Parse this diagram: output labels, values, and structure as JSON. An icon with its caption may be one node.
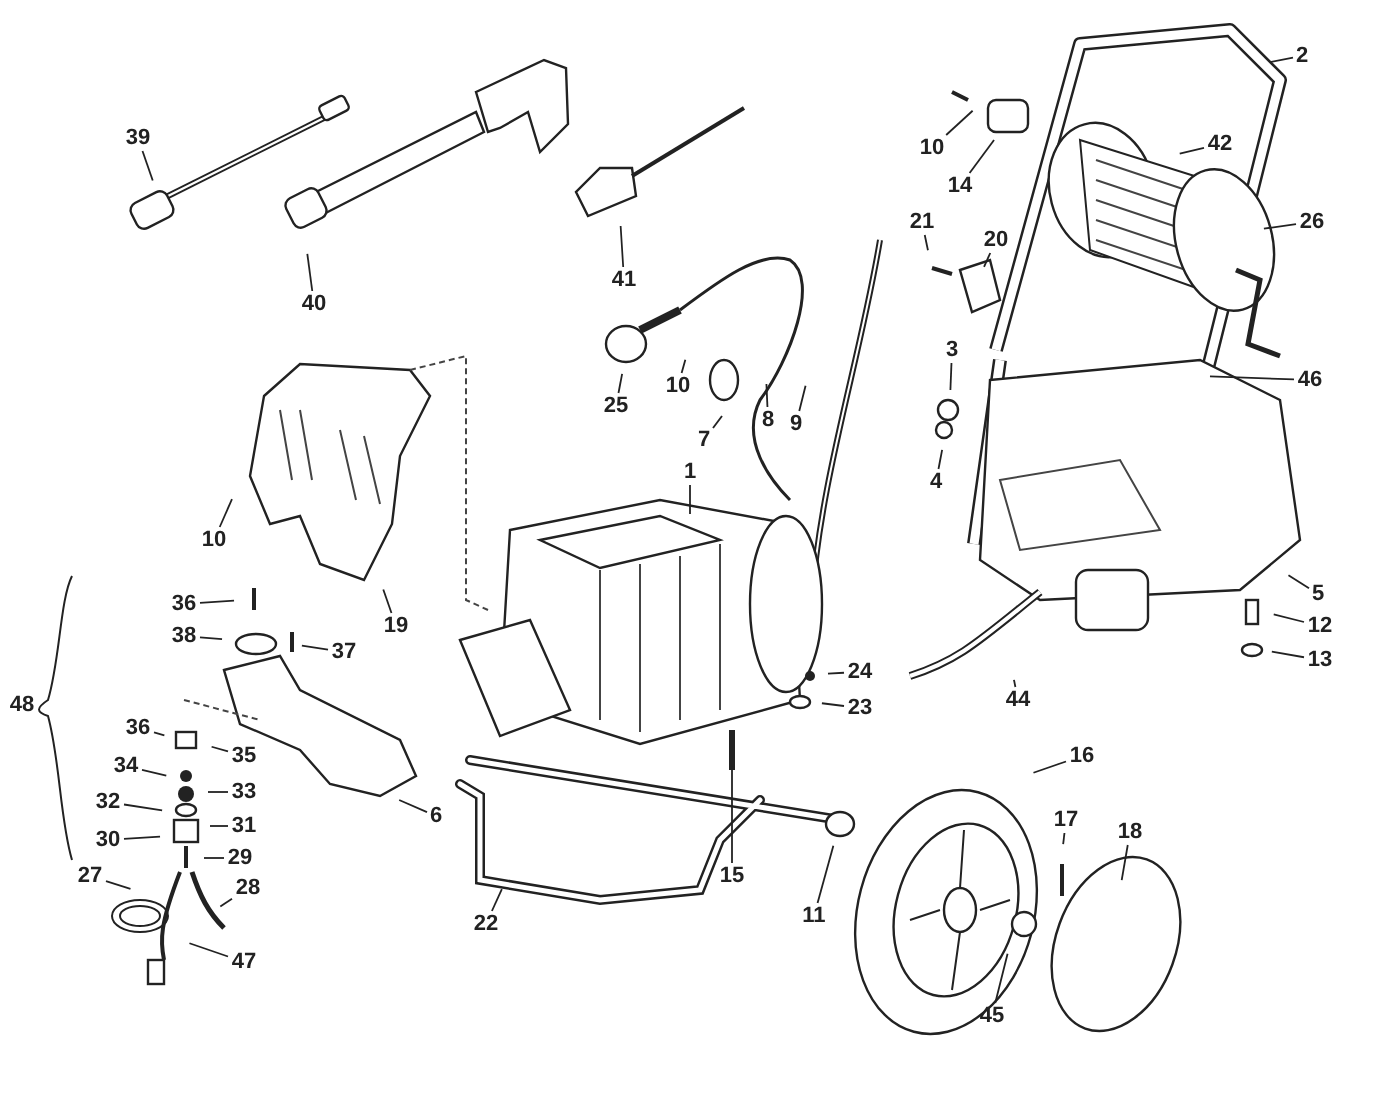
{
  "diagram": {
    "nodes": [
      {
        "text": [
          "2"
        ]
      },
      {
        "text": [
          "39"
        ]
      },
      {
        "text": [
          "10"
        ]
      },
      {
        "text": [
          "42"
        ]
      },
      {
        "text": [
          "14"
        ]
      },
      {
        "text": [
          "26"
        ]
      },
      {
        "text": [
          "21"
        ]
      },
      {
        "text": [
          "20"
        ]
      },
      {
        "text": [
          "41"
        ]
      },
      {
        "text": [
          "40"
        ]
      },
      {
        "text": [
          "3"
        ]
      },
      {
        "text": [
          "46"
        ]
      },
      {
        "text": [
          "10"
        ]
      },
      {
        "text": [
          "25"
        ]
      },
      {
        "text": [
          "8"
        ]
      },
      {
        "text": [
          "9"
        ]
      },
      {
        "text": [
          "7"
        ]
      },
      {
        "text": [
          "1"
        ]
      },
      {
        "text": [
          "4"
        ]
      },
      {
        "text": [
          "10"
        ]
      },
      {
        "text": [
          "5"
        ]
      },
      {
        "text": [
          "36"
        ]
      },
      {
        "text": [
          "19"
        ]
      },
      {
        "text": [
          "12"
        ]
      },
      {
        "text": [
          "38"
        ]
      },
      {
        "text": [
          "37"
        ]
      },
      {
        "text": [
          "13"
        ]
      },
      {
        "text": [
          "24"
        ]
      },
      {
        "text": [
          "44"
        ]
      },
      {
        "text": [
          "23"
        ]
      },
      {
        "text": [
          "36"
        ]
      },
      {
        "text": [
          "35"
        ]
      },
      {
        "text": [
          "34"
        ]
      },
      {
        "text": [
          "16"
        ]
      },
      {
        "text": [
          "33"
        ]
      },
      {
        "text": [
          "32"
        ]
      },
      {
        "text": [
          "17"
        ]
      },
      {
        "text": [
          "31"
        ]
      },
      {
        "text": [
          "6"
        ]
      },
      {
        "text": [
          "30"
        ]
      },
      {
        "text": [
          "18"
        ]
      },
      {
        "text": [
          "29"
        ]
      },
      {
        "text": [
          "27"
        ]
      },
      {
        "text": [
          "28"
        ]
      },
      {
        "text": [
          "15"
        ]
      },
      {
        "text": [
          "11"
        ]
      },
      {
        "text": [
          "22"
        ]
      },
      {
        "text": [
          "47"
        ]
      },
      {
        "text": [
          "45"
        ]
      }
    ],
    "edges": [
      {
        "from": 0,
        "to": null,
        "arrow": "none"
      },
      {
        "from": 1,
        "to": null,
        "arrow": "none"
      },
      {
        "from": 2,
        "to": null,
        "arrow": "none"
      },
      {
        "from": 3,
        "to": null,
        "arrow": "none"
      },
      {
        "from": 4,
        "to": null,
        "arrow": "none"
      },
      {
        "from": 5,
        "to": null,
        "arrow": "none"
      },
      {
        "from": 6,
        "to": null,
        "arrow": "none"
      },
      {
        "from": 7,
        "to": null,
        "arrow": "none"
      },
      {
        "from": 8,
        "to": null,
        "arrow": "none"
      },
      {
        "from": 9,
        "to": null,
        "arrow": "none"
      },
      {
        "from": 10,
        "to": null,
        "arrow": "none"
      },
      {
        "from": 11,
        "to": null,
        "arrow": "none"
      },
      {
        "from": 12,
        "to": null,
        "arrow": "none"
      },
      {
        "from": 13,
        "to": null,
        "arrow": "none"
      },
      {
        "from": 14,
        "to": null,
        "arrow": "none"
      },
      {
        "from": 15,
        "to": null,
        "arrow": "none"
      },
      {
        "from": 16,
        "to": null,
        "arrow": "none"
      },
      {
        "from": 17,
        "to": null,
        "arrow": "none"
      },
      {
        "from": 18,
        "to": null,
        "arrow": "none"
      },
      {
        "from": 19,
        "to": null,
        "arrow": "none"
      },
      {
        "from": 20,
        "to": null,
        "arrow": "none"
      },
      {
        "from": 21,
        "to": null,
        "arrow": "none"
      },
      {
        "from": 22,
        "to": null,
        "arrow": "none"
      },
      {
        "from": 23,
        "to": null,
        "arrow": "none"
      },
      {
        "from": 24,
        "to": null,
        "arrow": "none"
      },
      {
        "from": 25,
        "to": null,
        "arrow": "none"
      },
      {
        "from": 26,
        "to": null,
        "arrow": "none"
      },
      {
        "from": 27,
        "to": null,
        "arrow": "none"
      },
      {
        "from": 28,
        "to": null,
        "arrow": "none"
      },
      {
        "from": 29,
        "to": null,
        "arrow": "none"
      },
      {
        "from": 30,
        "to": null,
        "arrow": "none"
      },
      {
        "from": 31,
        "to": null,
        "arrow": "none"
      },
      {
        "from": 32,
        "to": null,
        "arrow": "none"
      },
      {
        "from": 33,
        "to": null,
        "arrow": "none"
      },
      {
        "from": 34,
        "to": null,
        "arrow": "none"
      },
      {
        "from": 35,
        "to": null,
        "arrow": "none"
      },
      {
        "from": 36,
        "to": null,
        "arrow": "none"
      },
      {
        "from": 37,
        "to": null,
        "arrow": "none"
      },
      {
        "from": 38,
        "to": null,
        "arrow": "none"
      },
      {
        "from": 39,
        "to": null,
        "arrow": "none"
      },
      {
        "from": 40,
        "to": null,
        "arrow": "none"
      },
      {
        "from": 41,
        "to": null,
        "arrow": "none"
      },
      {
        "from": 42,
        "to": null,
        "arrow": "none"
      },
      {
        "from": 43,
        "to": null,
        "arrow": "none"
      },
      {
        "from": 44,
        "to": null,
        "arrow": "none"
      },
      {
        "from": 45,
        "to": null,
        "arrow": "none"
      },
      {
        "from": 46,
        "to": null,
        "arrow": "none"
      },
      {
        "from": 47,
        "to": null,
        "arrow": "none"
      },
      {
        "from": 48,
        "to": null,
        "arrow": "none"
      }
    ],
    "labels": [
      "48"
    ]
  }
}
